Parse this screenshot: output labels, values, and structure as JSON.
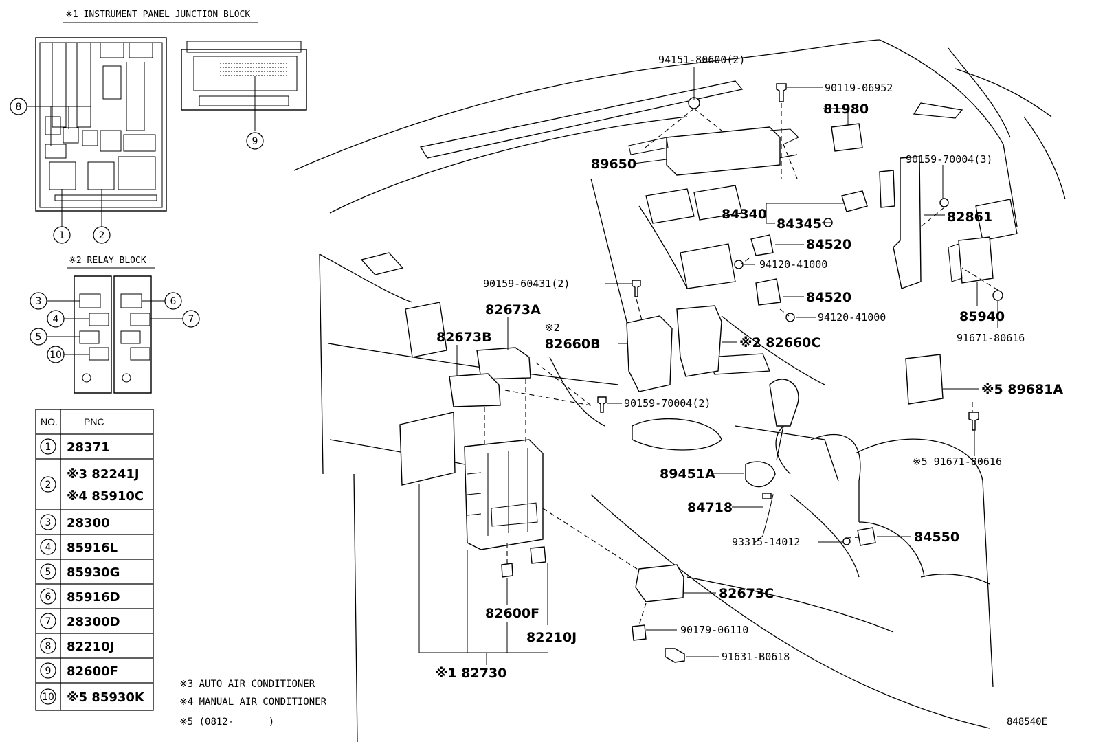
{
  "junction_block_title": "※1 INSTRUMENT PANEL JUNCTION BLOCK",
  "relay_block_title": "※2 RELAY BLOCK",
  "callouts": [
    "1",
    "2",
    "3",
    "4",
    "5",
    "6",
    "7",
    "8",
    "9",
    "10"
  ],
  "table": {
    "headers": {
      "no": "NO.",
      "pnc": "PNC"
    },
    "rows": [
      {
        "no": "1",
        "pnc": [
          "28371"
        ]
      },
      {
        "no": "2",
        "pnc": [
          "※3 82241J",
          "※4 85910C"
        ]
      },
      {
        "no": "3",
        "pnc": [
          "28300"
        ]
      },
      {
        "no": "4",
        "pnc": [
          "85916L"
        ]
      },
      {
        "no": "5",
        "pnc": [
          "85930G"
        ]
      },
      {
        "no": "6",
        "pnc": [
          "85916D"
        ]
      },
      {
        "no": "7",
        "pnc": [
          "28300D"
        ]
      },
      {
        "no": "8",
        "pnc": [
          "82210J"
        ]
      },
      {
        "no": "9",
        "pnc": [
          "82600F"
        ]
      },
      {
        "no": "10",
        "pnc": [
          "※5 85930K"
        ]
      }
    ]
  },
  "notes": [
    "※3 AUTO AIR CONDITIONER",
    "※4 MANUAL AIR CONDITIONER",
    "※5 (0812-      )"
  ],
  "figure_id": "848540E",
  "parts": {
    "p94151": "94151-80600(2)",
    "p90119": "90119-06952",
    "p81980": "81980",
    "p89650": "89650",
    "p90159_3": "90159-70004(3)",
    "p84340": "84340",
    "p84345": "84345",
    "p82861": "82861",
    "p84520a": "84520",
    "p94120a": "94120-41000",
    "p90159_60431": "90159-60431(2)",
    "p84520b": "84520",
    "p94120b": "94120-41000",
    "p85940": "85940",
    "p91671a": "91671-80616",
    "p82673A": "82673A",
    "p_note2a": "※2",
    "p82660B": "82660B",
    "p82673B": "82673B",
    "p82660C": "※2 82660C",
    "p90159_2": "90159-70004(2)",
    "p89681A": "※5 89681A",
    "p91671b": "※5 91671-80616",
    "p89451A": "89451A",
    "p84718": "84718",
    "p93315": "93315-14012",
    "p84550": "84550",
    "p82673C": "82673C",
    "p82600F": "82600F",
    "p82210J": "82210J",
    "p90179": "90179-06110",
    "p91631": "91631-B0618",
    "p82730": "※1 82730"
  }
}
